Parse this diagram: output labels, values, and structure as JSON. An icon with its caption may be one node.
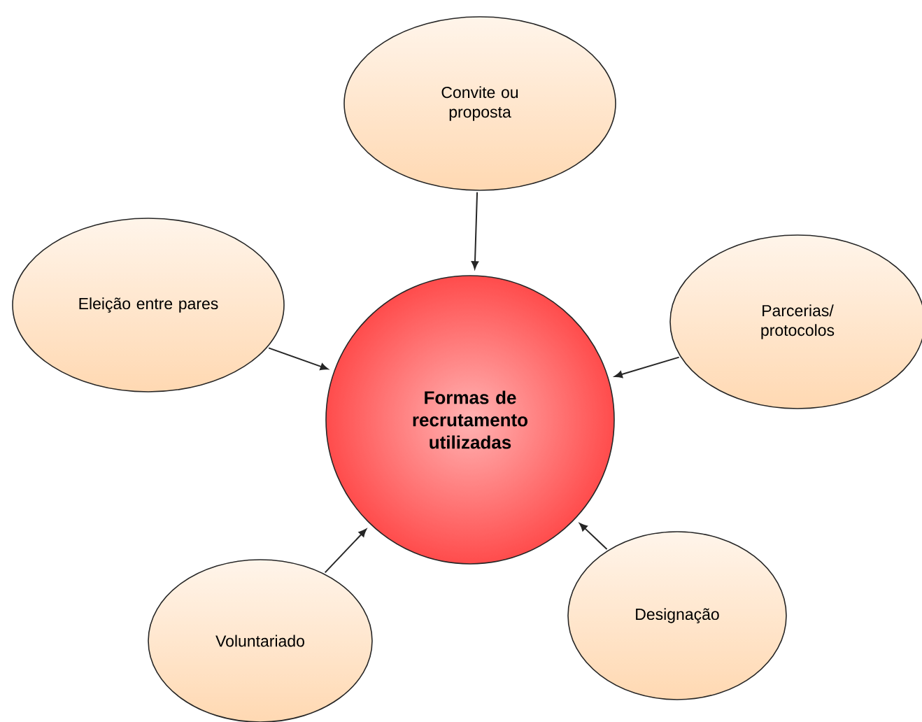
{
  "diagram": {
    "nodes": [
      {
        "text": [
          "Convite ou proposta"
        ]
      },
      {
        "text": [
          "Eleição entre pares"
        ]
      },
      {
        "text": [
          "Parcerias/ protocolos"
        ]
      },
      {
        "text": [
          "Formas de recrutamento utilizadas"
        ]
      },
      {
        "text": [
          "Voluntariado"
        ]
      },
      {
        "text": [
          "Designação"
        ]
      }
    ],
    "edges": [
      {
        "from": 0,
        "to": 3,
        "arrow": "to"
      },
      {
        "from": 1,
        "to": 3,
        "arrow": "to"
      },
      {
        "from": 2,
        "to": 3,
        "arrow": "to"
      },
      {
        "from": 4,
        "to": 3,
        "arrow": "to"
      },
      {
        "from": 5,
        "to": 3,
        "arrow": "to"
      }
    ]
  }
}
